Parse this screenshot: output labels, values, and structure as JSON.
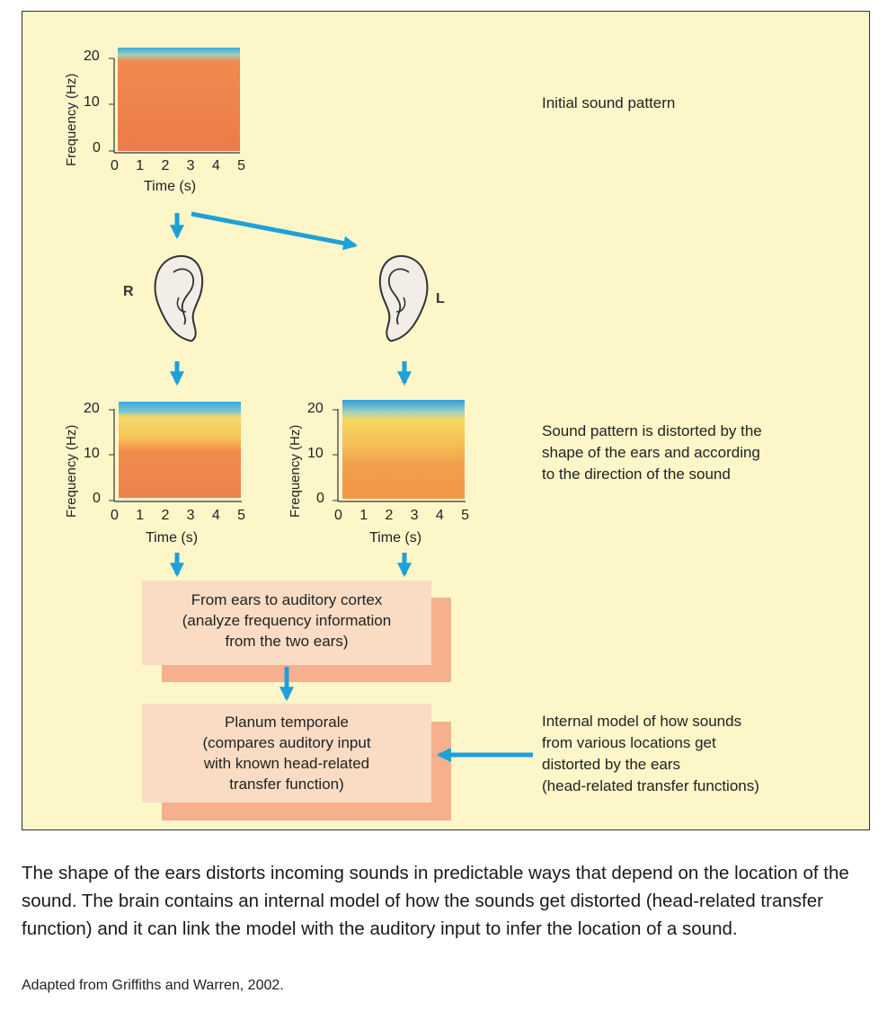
{
  "figure": {
    "colors": {
      "panel_bg": "#fdf6c9",
      "arrow": "#1da1d8",
      "box_front": "#f9dcc3",
      "box_shadow": "#f6b08e",
      "spectro_red": "#ec7b4b",
      "spectro_orange": "#f4a94e",
      "spectro_yellow": "#f7d35c",
      "spectro_blue": "#3ba8db"
    },
    "spectrograms": [
      {
        "id": "initial",
        "ylabel": "Frequency (Hz)",
        "xlabel": "Time (s)",
        "xticks": [
          "0",
          "1",
          "2",
          "3",
          "4",
          "5"
        ],
        "yticks": [
          "0",
          "10",
          "20"
        ]
      },
      {
        "id": "right",
        "ylabel": "Frequency (Hz)",
        "xlabel": "Time (s)",
        "xticks": [
          "0",
          "1",
          "2",
          "3",
          "4",
          "5"
        ],
        "yticks": [
          "0",
          "10",
          "20"
        ]
      },
      {
        "id": "left",
        "ylabel": "Frequency (Hz)",
        "xlabel": "Time (s)",
        "xticks": [
          "0",
          "1",
          "2",
          "3",
          "4",
          "5"
        ],
        "yticks": [
          "0",
          "10",
          "20"
        ]
      }
    ],
    "labels": {
      "initial": "Initial sound pattern",
      "distorted": [
        "Sound pattern is distorted by the",
        "shape of the ears and according",
        "to the direction of the sound"
      ],
      "model": [
        "Internal model of how sounds",
        "from various locations get",
        "distorted by the ears",
        "(head-related transfer functions)"
      ]
    },
    "ears": {
      "right": "R",
      "left": "L"
    },
    "boxes": {
      "cortex": [
        "From ears to auditory cortex",
        "(analyze frequency information",
        "from the two ears)"
      ],
      "planum": [
        "Planum temporale",
        "(compares auditory input",
        "with known head-related",
        "transfer function)"
      ]
    }
  },
  "caption": "The shape of the ears distorts incoming sounds in predictable ways that depend on the location of the sound. The brain contains an internal model of how the sounds get distorted (head-related transfer function) and it can link the model with the auditory input to infer the location of a sound.",
  "credit": "Adapted from Griffiths and Warren, 2002."
}
